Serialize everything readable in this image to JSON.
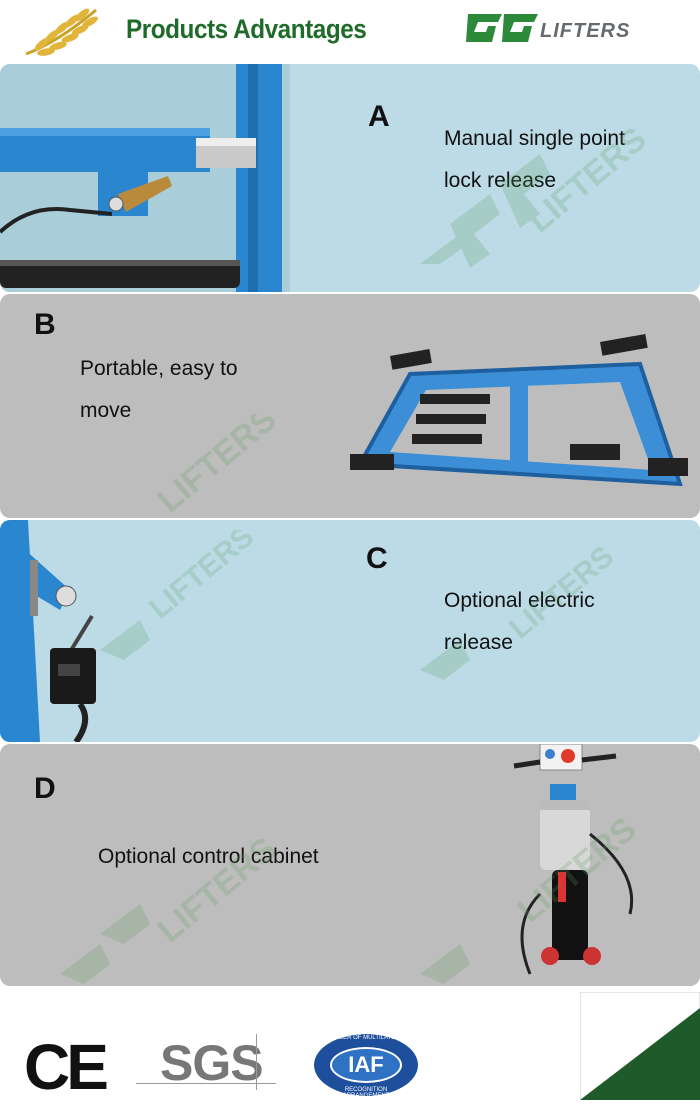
{
  "header": {
    "title": "Products Advantages",
    "brand_text": "LIFTERS",
    "brand_mark": "GG"
  },
  "features": [
    {
      "letter": "A",
      "line1": "Manual single point",
      "line2": "lock release"
    },
    {
      "letter": "B",
      "line1": "Portable, easy to",
      "line2": "move"
    },
    {
      "letter": "C",
      "line1": "Optional electric",
      "line2": "release"
    },
    {
      "letter": "D",
      "line1": "Optional control cabinet",
      "line2": ""
    }
  ],
  "watermark": "LIFTERS",
  "certifications": {
    "ce": "CE",
    "sgs": "SGS",
    "iaf": "IAF",
    "iaf_ring_top": "MEMBER OF MULTILATERAL",
    "iaf_ring_bottom": "RECOGNITION ARRANGEMENT"
  },
  "colors": {
    "brand_green": "#1f6b2a",
    "panel_blue": "#bcdbe6",
    "panel_grey": "#bdbdbd",
    "lift_blue": "#2b86d0"
  }
}
